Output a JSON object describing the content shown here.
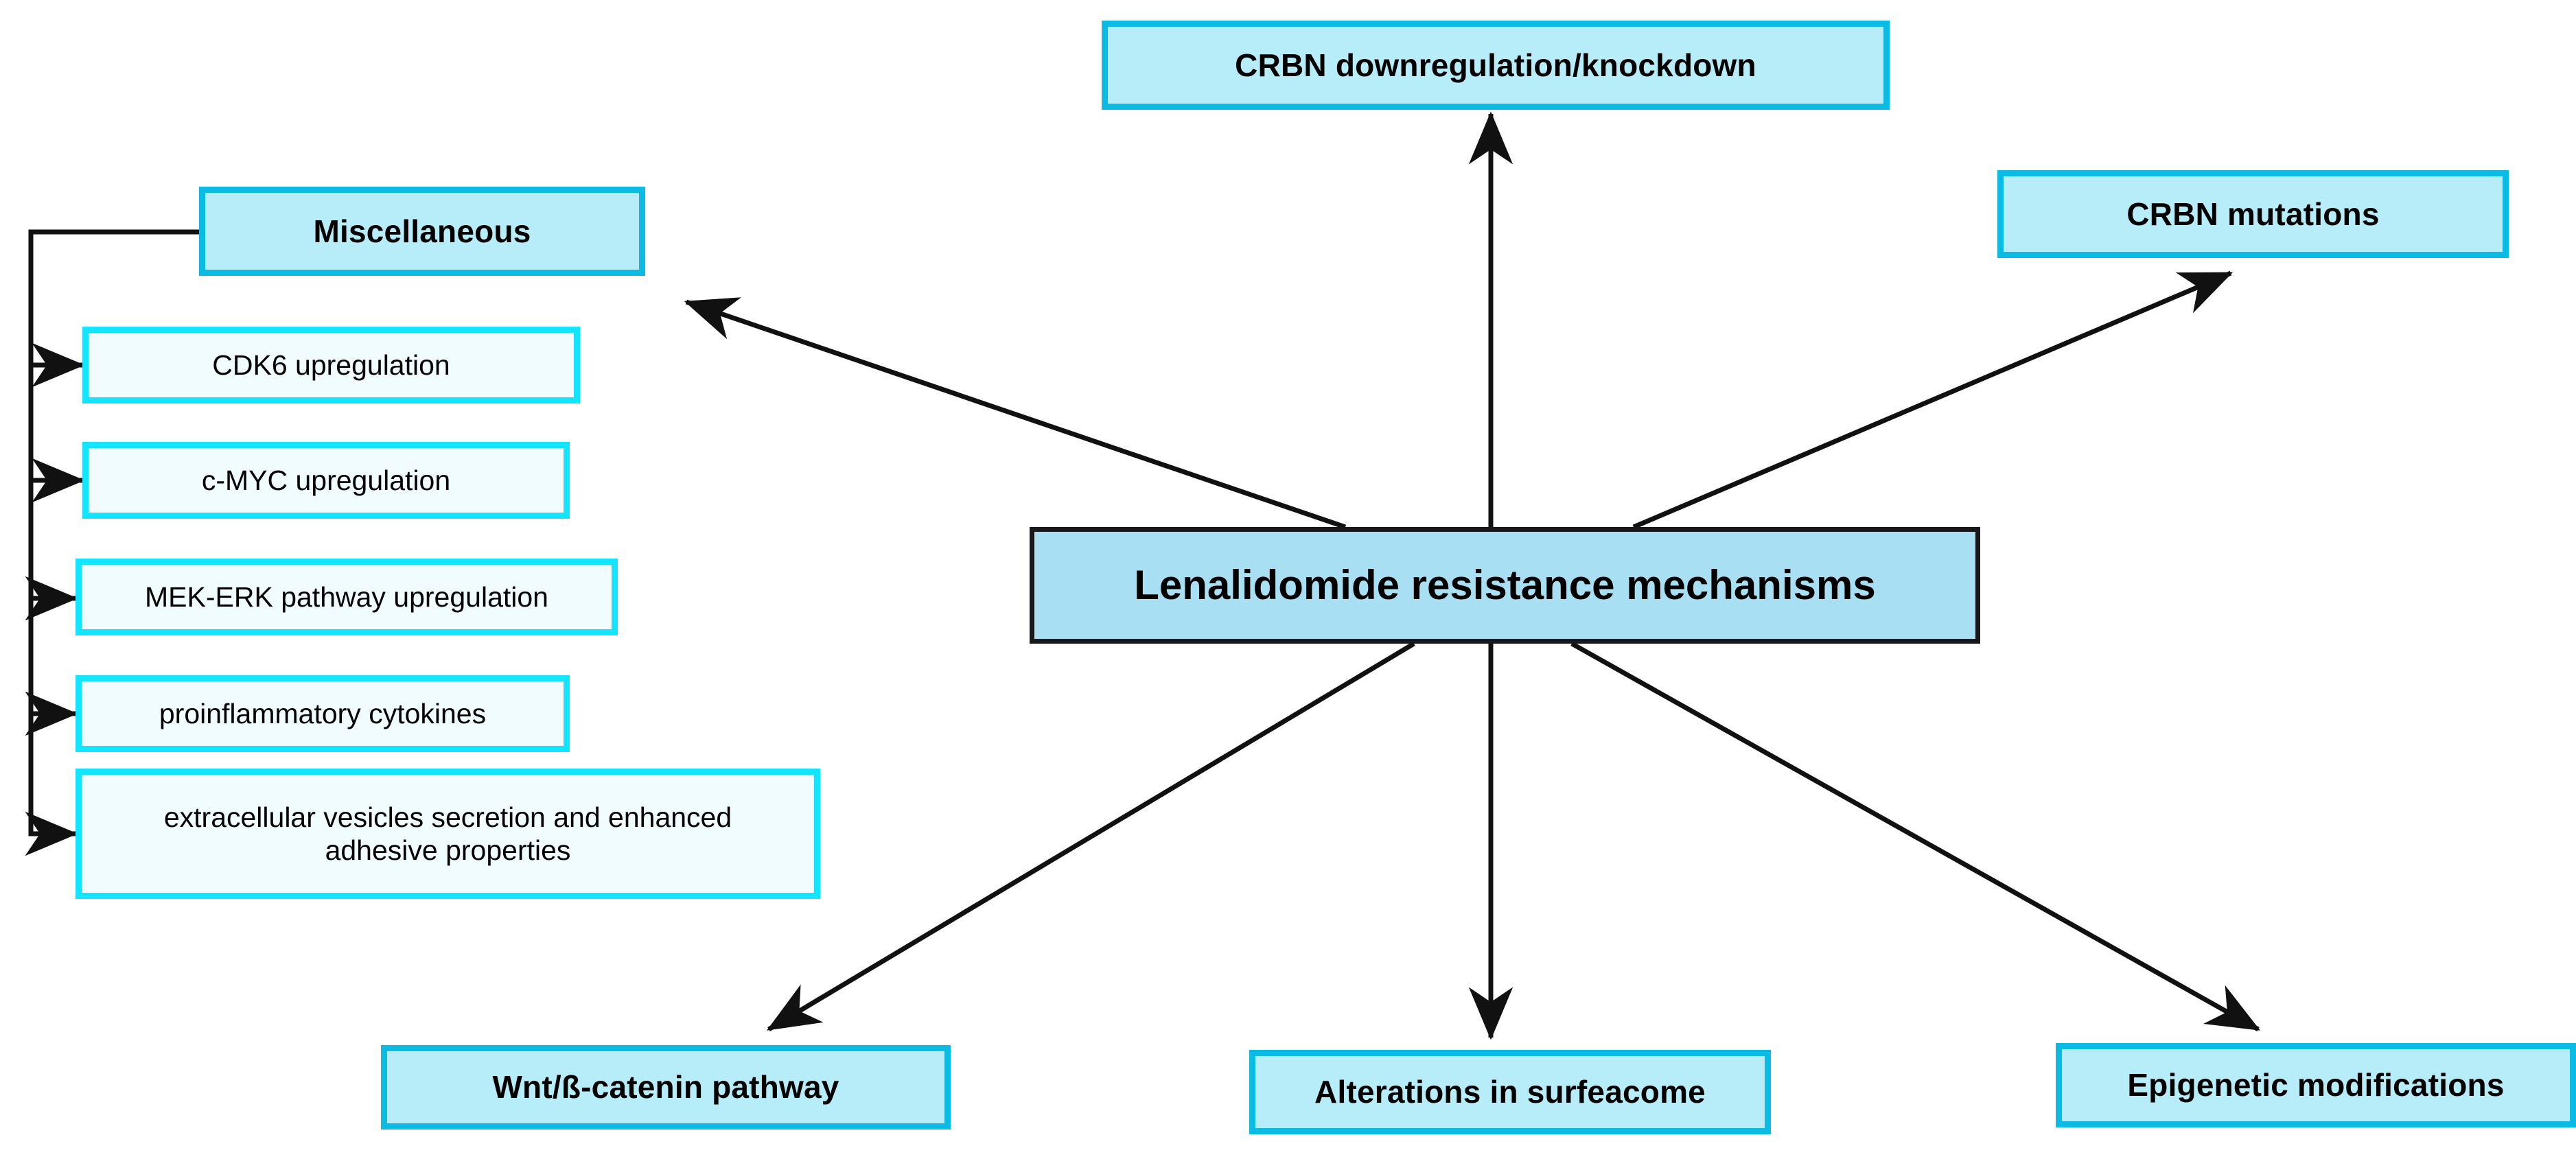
{
  "figure": {
    "title": "Lenalidomide resistance mechanisms",
    "background_color": "#ffffff",
    "palette": {
      "primary_fill": "#b7ecf9",
      "primary_border": "#0cbbe4",
      "hub_fill": "#a8dff2",
      "hub_border": "#18181c",
      "secondary_fill": "#f0fcff",
      "secondary_border": "#13e4ff",
      "arrow_color": "#111111",
      "text_color": "#000000"
    }
  },
  "hub": {
    "label": "Lenalidomide resistance mechanisms"
  },
  "mechanisms": [
    {
      "id": "crbn-downregulation",
      "label": "CRBN downregulation/knockdown",
      "position": "top-center"
    },
    {
      "id": "crbn-mutations",
      "label": "CRBN mutations",
      "position": "top-right"
    },
    {
      "id": "miscellaneous",
      "label": "Miscellaneous",
      "position": "left"
    },
    {
      "id": "wnt-beta-catenin",
      "label": "Wnt/ß-catenin pathway",
      "position": "bottom-left"
    },
    {
      "id": "surfeacome",
      "label": "Alterations in surfeacome",
      "position": "bottom-center"
    },
    {
      "id": "epigenetic",
      "label": "Epigenetic modifications",
      "position": "bottom-right"
    }
  ],
  "miscellaneous_items": [
    {
      "id": "cdk6",
      "label": "CDK6 upregulation"
    },
    {
      "id": "cmyc",
      "label": "c-MYC upregulation"
    },
    {
      "id": "mek-erk",
      "label": "MEK-ERK pathway upregulation"
    },
    {
      "id": "cytokines",
      "label": "proinflammatory cytokines"
    },
    {
      "id": "extracellular-vesicles",
      "label": "extracellular vesicles secretion and enhanced\nadhesive properties"
    }
  ],
  "connections": [
    {
      "from": "hub",
      "to": "crbn-downregulation",
      "style": "arrow-up"
    },
    {
      "from": "hub",
      "to": "crbn-mutations",
      "style": "arrow-diagonal-up-right"
    },
    {
      "from": "hub",
      "to": "miscellaneous",
      "style": "arrow-diagonal-up-left"
    },
    {
      "from": "hub",
      "to": "wnt-beta-catenin",
      "style": "arrow-diagonal-down-left"
    },
    {
      "from": "hub",
      "to": "surfeacome",
      "style": "arrow-down"
    },
    {
      "from": "hub",
      "to": "epigenetic",
      "style": "arrow-diagonal-down-right"
    },
    {
      "from": "miscellaneous",
      "to": "cdk6",
      "style": "bracket-arrow"
    },
    {
      "from": "miscellaneous",
      "to": "cmyc",
      "style": "bracket-arrow"
    },
    {
      "from": "miscellaneous",
      "to": "mek-erk",
      "style": "bracket-arrow"
    },
    {
      "from": "miscellaneous",
      "to": "cytokines",
      "style": "bracket-arrow"
    },
    {
      "from": "miscellaneous",
      "to": "extracellular-vesicles",
      "style": "bracket-arrow"
    }
  ]
}
